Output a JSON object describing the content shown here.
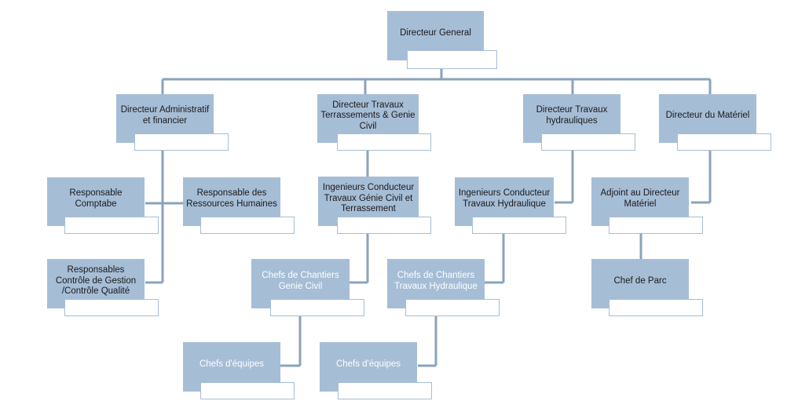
{
  "colors": {
    "box_fill": "#a6bdd6",
    "connector": "#8aa3bb",
    "sub_border": "#a6bdd6"
  },
  "nodes": {
    "dg": "Directeur General",
    "daf": "Directeur Administratif et financier",
    "dtt": "Directeur Travaux Terrassements & Genie Civil",
    "dth": "Directeur Travaux hydrauliques",
    "dm": "Directeur du Matériel",
    "rc": "Responsable Comptabe",
    "rrh": "Responsable des Ressources Humaines",
    "rcg": "Responsables Contrôle de Gestion /Contrôle Qualité",
    "ict": "Ingenieurs Conducteur Travaux Génie Civil et Terrassement",
    "ith": "Ingenieurs Conducteur Travaux Hydraulique",
    "adm": "Adjoint au Directeur Matériel",
    "ccgc": "Chefs de Chantiers Genie Civil",
    "ccth": "Chefs de Chantiers Travaux Hydraulique",
    "cp": "Chef de Parc",
    "ce1": "Chefs d'équipes",
    "ce2": "Chefs d'équipes"
  }
}
